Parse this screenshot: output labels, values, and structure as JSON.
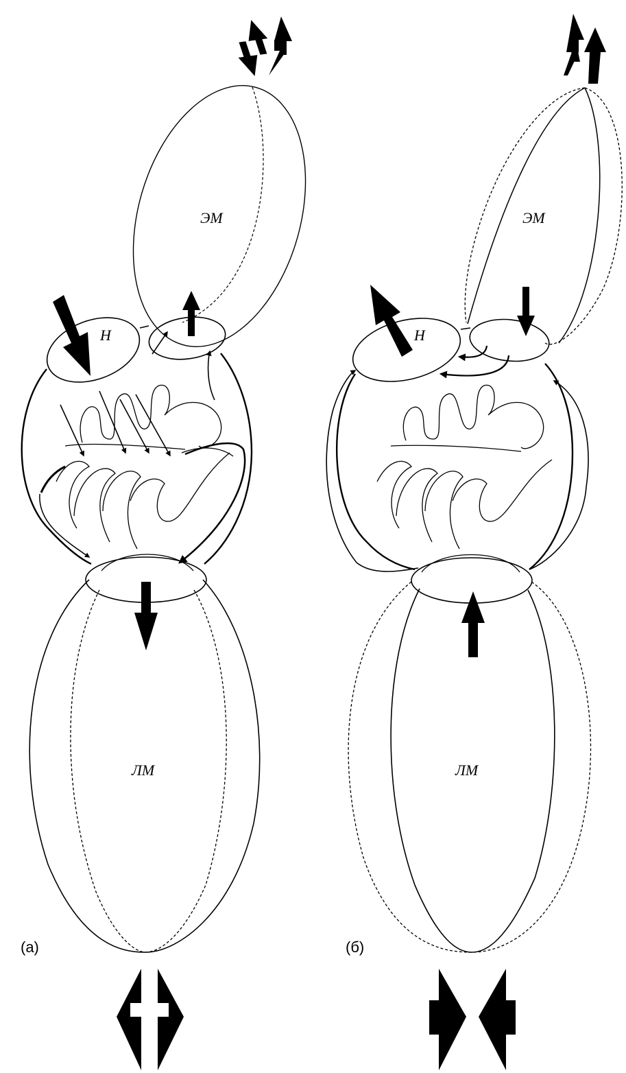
{
  "panels": [
    {
      "id": "a",
      "panel_label": "(а)",
      "labels": {
        "external_chamber": "ЭМ",
        "head": "Н",
        "lateral_chamber": "ЛМ"
      }
    },
    {
      "id": "b",
      "panel_label": "(б)",
      "labels": {
        "external_chamber": "ЭМ",
        "head": "Н",
        "lateral_chamber": "ЛМ"
      }
    }
  ],
  "colors": {
    "stroke": "#000000",
    "background": "#ffffff"
  }
}
